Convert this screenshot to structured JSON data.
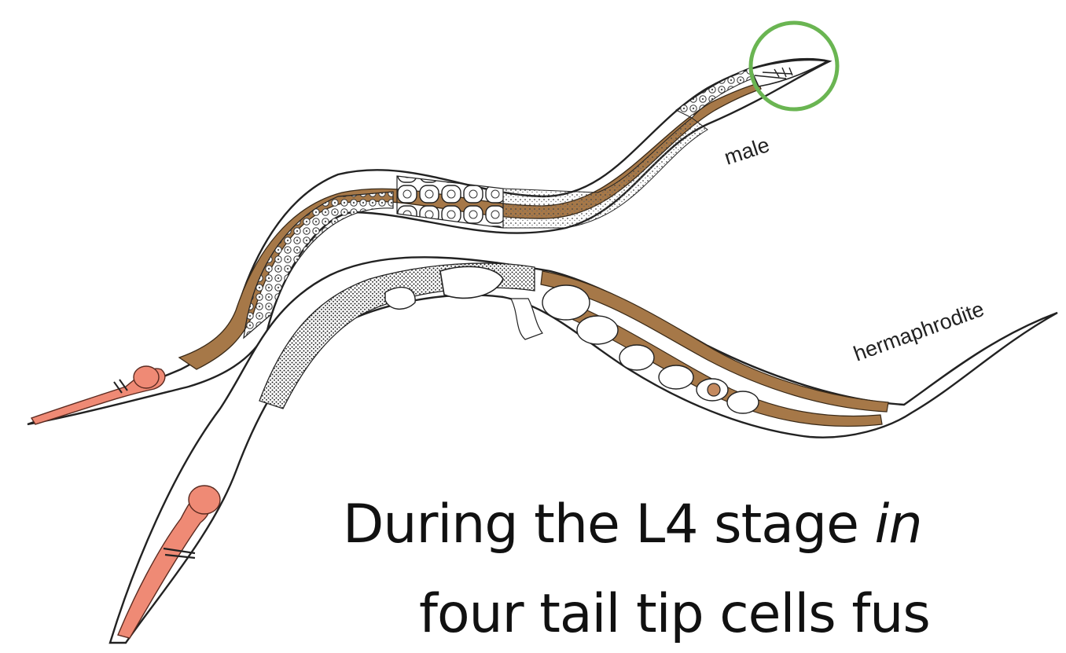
{
  "diagram": {
    "labels": {
      "male": "male",
      "hermaphrodite": "hermaphrodite"
    },
    "caption": {
      "line1_prefix": "During the L4 stage ",
      "line1_italic": "in",
      "line2": "four tail tip cells fus"
    },
    "colors": {
      "intestine": "#a67848",
      "pharynx": "#ef8a75",
      "highlight_circle": "#6ab552",
      "outline": "#222222",
      "cell_fill": "#ffffff"
    }
  }
}
